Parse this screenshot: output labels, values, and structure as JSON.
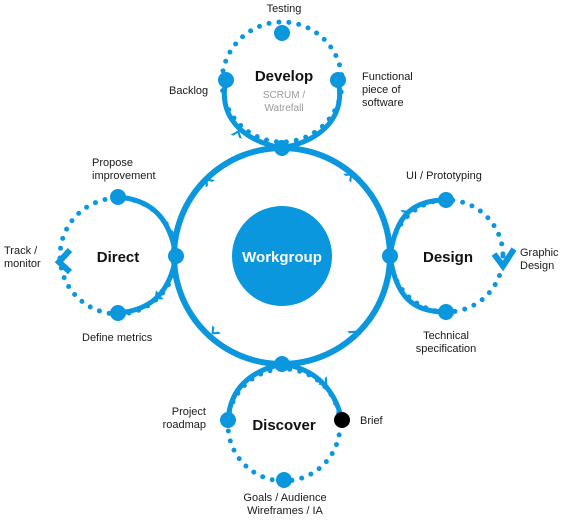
{
  "colors": {
    "primary": "#0a97dd",
    "node_dark": "#000000",
    "text": "#1a1a1a",
    "subtext": "#9a9a9a"
  },
  "center": {
    "label": "Workgroup"
  },
  "phases": {
    "develop": {
      "title": "Develop",
      "method_line1": "SCRUM /",
      "method_line2": "Watrefall"
    },
    "design": {
      "title": "Design"
    },
    "discover": {
      "title": "Discover"
    },
    "direct": {
      "title": "Direct"
    }
  },
  "labels": {
    "testing": "Testing",
    "backlog": "Backlog",
    "functional_1": "Functional",
    "functional_2": "piece of",
    "functional_3": "software",
    "ui_prototyping": "UI / Prototyping",
    "graphic_1": "Graphic",
    "graphic_2": "Design",
    "technical_1": "Technical",
    "technical_2": "specification",
    "brief": "Brief",
    "roadmap_1": "Project",
    "roadmap_2": "roadmap",
    "goals_1": "Goals / Audience",
    "goals_2": "Wireframes / IA",
    "propose_1": "Propose",
    "propose_2": "improvement",
    "track_1": "Track /",
    "track_2": "monitor",
    "define_metrics": "Define metrics"
  }
}
